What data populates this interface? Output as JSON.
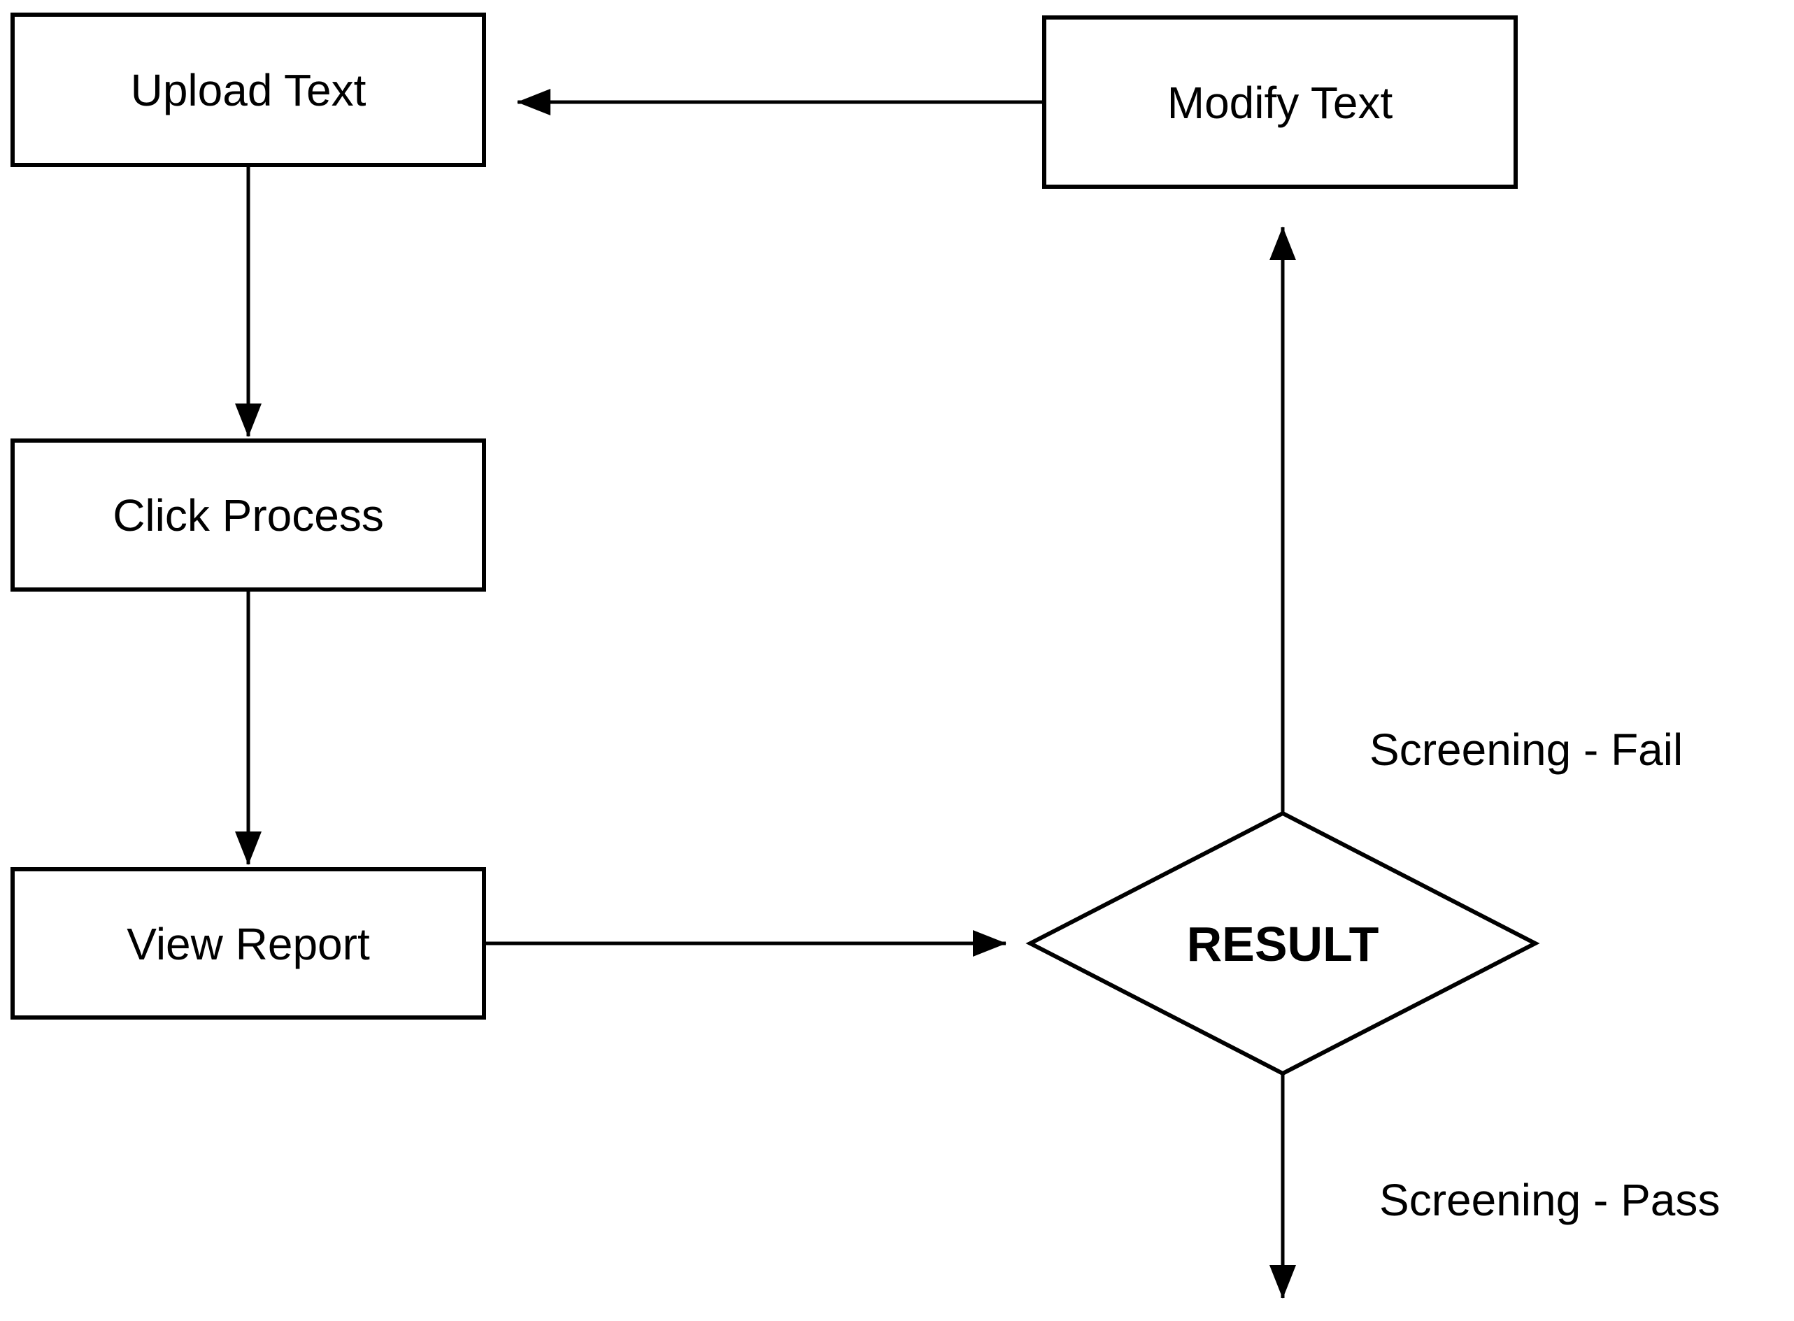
{
  "diagram": {
    "type": "flowchart",
    "background_color": "#ffffff",
    "line_color": "#000000",
    "text_color": "#000000",
    "nodes": [
      {
        "id": "upload-text",
        "shape": "rectangle",
        "label": "Upload Text"
      },
      {
        "id": "click-process",
        "shape": "rectangle",
        "label": "Click Process"
      },
      {
        "id": "view-report",
        "shape": "rectangle",
        "label": "View Report"
      },
      {
        "id": "modify-text",
        "shape": "rectangle",
        "label": "Modify Text"
      },
      {
        "id": "result",
        "shape": "diamond",
        "label": "RESULT"
      }
    ],
    "edges": [
      {
        "from": "upload-text",
        "to": "click-process"
      },
      {
        "from": "click-process",
        "to": "view-report"
      },
      {
        "from": "view-report",
        "to": "result"
      },
      {
        "from": "result",
        "to": "modify-text",
        "label": "Screening - Fail"
      },
      {
        "from": "result",
        "to": "end",
        "label": "Screening - Pass"
      },
      {
        "from": "modify-text",
        "to": "upload-text"
      }
    ]
  }
}
